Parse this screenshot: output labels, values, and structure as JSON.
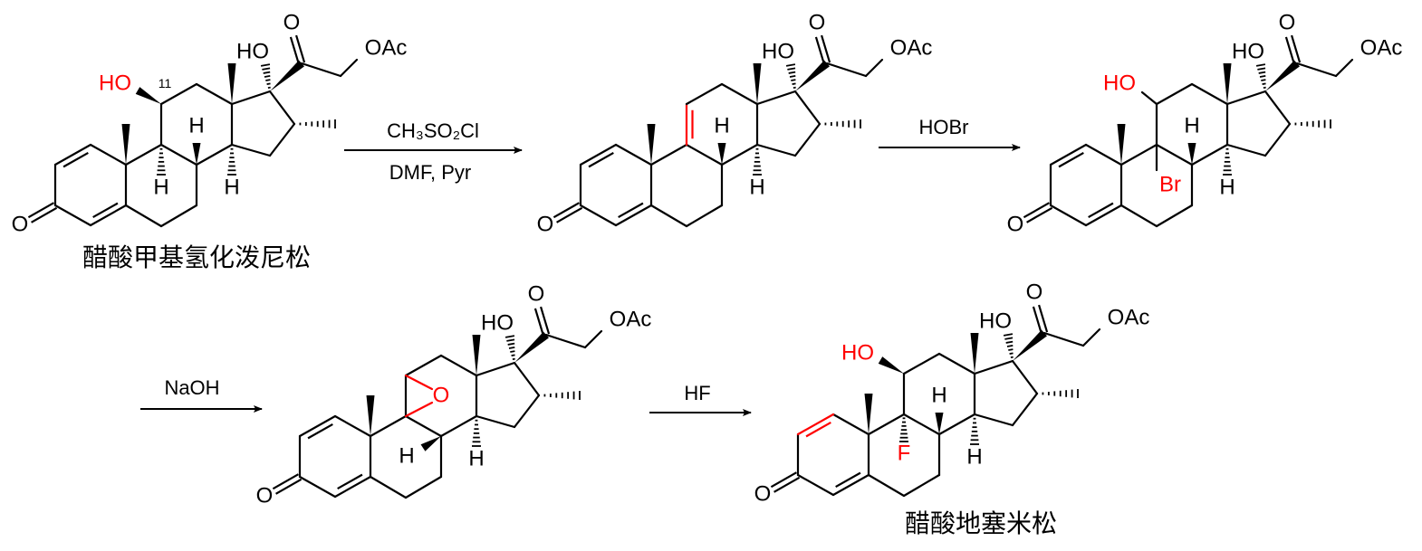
{
  "colors": {
    "bond": "#000000",
    "highlight": "#ff0000"
  },
  "reagents": [
    {
      "above": "CH₃SO₂Cl",
      "below": "DMF, Pyr"
    },
    {
      "above": "HOBr"
    },
    {
      "above": "NaOH"
    },
    {
      "above": "HF"
    }
  ],
  "molecules": [
    {
      "name": "醋酸甲基氢化泼尼松",
      "o3": "O",
      "o20": "O",
      "oac": "OAc",
      "oh17": "HO",
      "h14": "H",
      "h8": "H",
      "oh11": "HO",
      "pos11": "11",
      "h9": "H"
    },
    {
      "o3": "O",
      "o20": "O",
      "oac": "OAc",
      "oh17": "HO",
      "h14": "H",
      "h8": "H"
    },
    {
      "o3": "O",
      "o20": "O",
      "oac": "OAc",
      "oh17": "HO",
      "h14": "H",
      "h8": "H",
      "oh11": "HO",
      "br9": "Br"
    },
    {
      "o3": "O",
      "o20": "O",
      "oac": "OAc",
      "oh17": "HO",
      "h14": "H",
      "h8": "H",
      "epoxide_o": "O"
    },
    {
      "name": "醋酸地塞米松",
      "o3": "O",
      "o20": "O",
      "oac": "OAc",
      "oh17": "HO",
      "h14": "H",
      "h8": "H",
      "oh11": "HO",
      "f9": "F"
    }
  ]
}
